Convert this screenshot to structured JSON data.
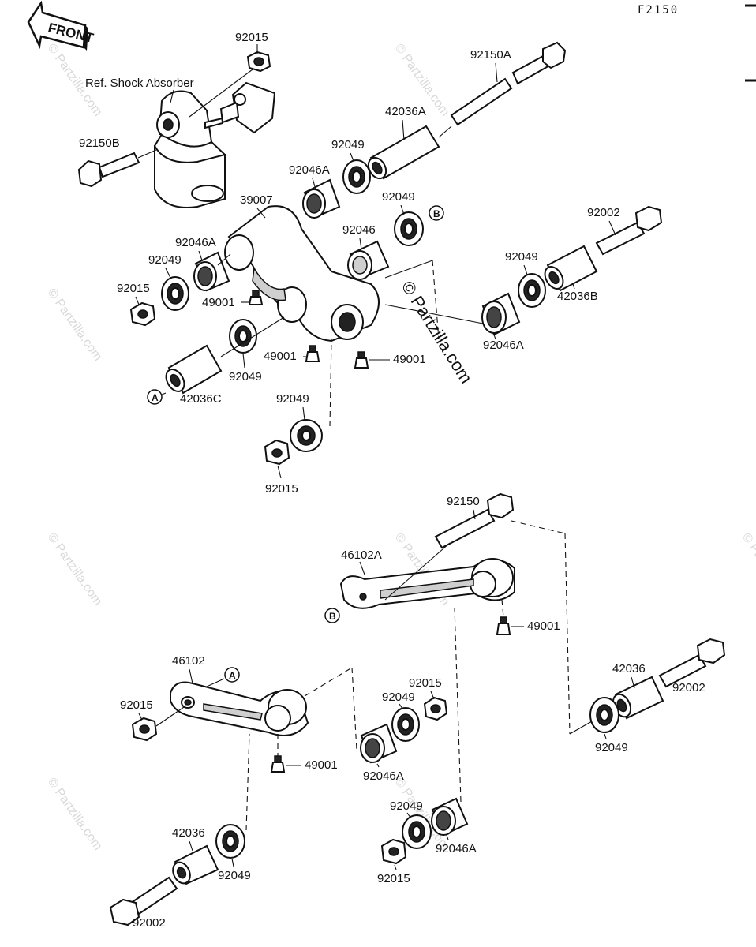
{
  "header": {
    "code": "F2150",
    "front_label": "FRONT"
  },
  "watermarks": {
    "main": "© Partzilla.com",
    "tile": "© Partzilla.com"
  },
  "reference": {
    "shock": "Ref. Shock Absorber"
  },
  "markers": {
    "a": "A",
    "b": "B"
  },
  "labels": {
    "l01": "92015",
    "l02": "92150A",
    "l03": "92150B",
    "l04": "42036A",
    "l05": "92049",
    "l06": "92046A",
    "l07": "92049",
    "l08": "39007",
    "l09": "92002",
    "l10": "92046A",
    "l11": "92046",
    "l12": "92049",
    "l13": "92049",
    "l14": "42036B",
    "l15": "92015",
    "l16": "49001",
    "l17": "92046A",
    "l18": "49001",
    "l19": "49001",
    "l20": "92049",
    "l21": "42036C",
    "l22": "92049",
    "l23": "92015",
    "l24": "92150",
    "l25": "46102A",
    "l26": "49001",
    "l27": "46102",
    "l28": "42036",
    "l29": "92002",
    "l30": "92015",
    "l31": "92015",
    "l32": "92049",
    "l33": "92049",
    "l34": "49001",
    "l35": "92046A",
    "l36": "92049",
    "l37": "92046A",
    "l38": "42036",
    "l39": "92049",
    "l40": "92015",
    "l41": "92002"
  }
}
